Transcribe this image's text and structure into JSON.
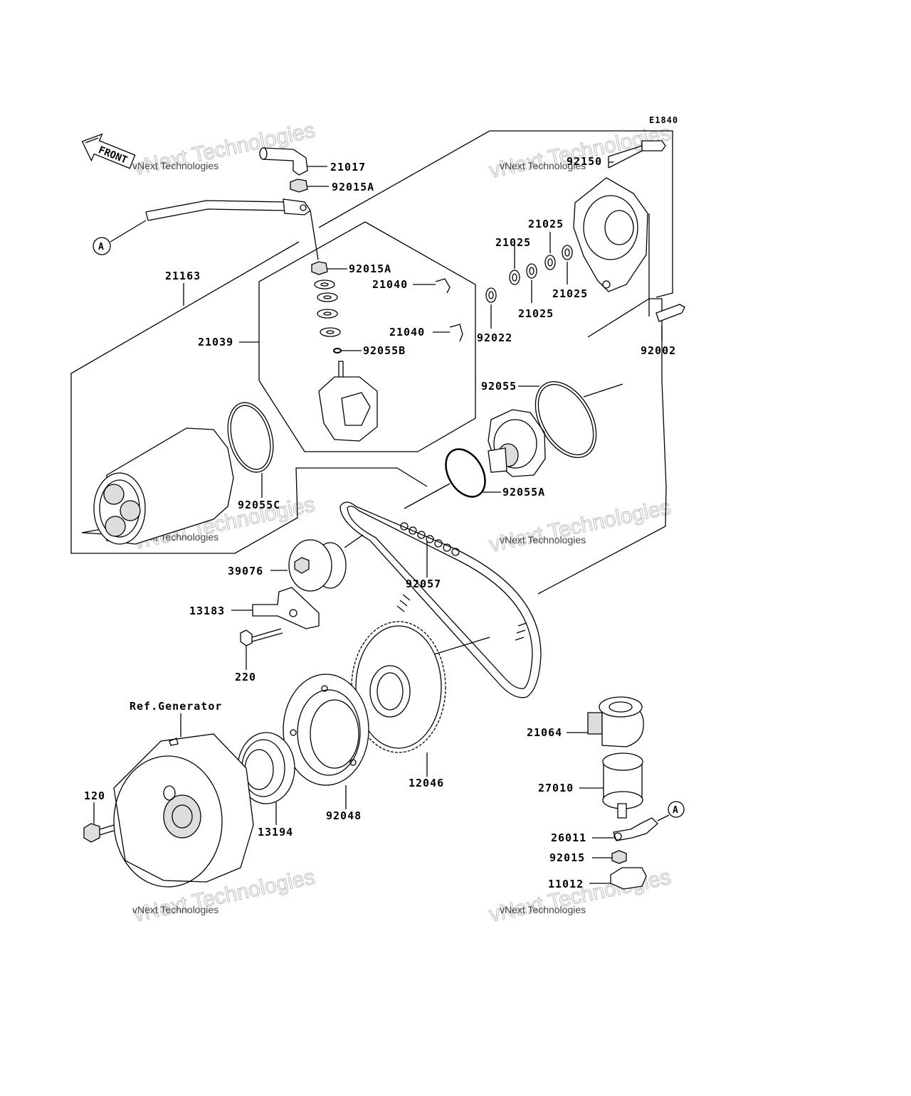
{
  "diagram": {
    "code": "E1840",
    "front_label": "FRONT",
    "reference_label": "Ref.Generator",
    "connector_marker": "A",
    "watermark": {
      "line1": "vNext Technologies",
      "line2": "vNext Technologies"
    },
    "parts": {
      "p21017": "21017",
      "p92015A_top": "92015A",
      "p92015A_mid": "92015A",
      "p21163": "21163",
      "p21039": "21039",
      "p21040_a": "21040",
      "p21040_b": "21040",
      "p92055B": "92055B",
      "p92150": "92150",
      "p21025_a": "21025",
      "p21025_b": "21025",
      "p21025_c": "21025",
      "p21025_d": "21025",
      "p92022": "92022",
      "p92002": "92002",
      "p92055": "92055",
      "p92055A": "92055A",
      "p92055C": "92055C",
      "p39076": "39076",
      "p92057": "92057",
      "p13183": "13183",
      "p220": "220",
      "p120": "120",
      "p13194": "13194",
      "p92048": "92048",
      "p12046": "12046",
      "p21064": "21064",
      "p27010": "27010",
      "p26011": "26011",
      "p92015": "92015",
      "p11012": "11012"
    }
  }
}
